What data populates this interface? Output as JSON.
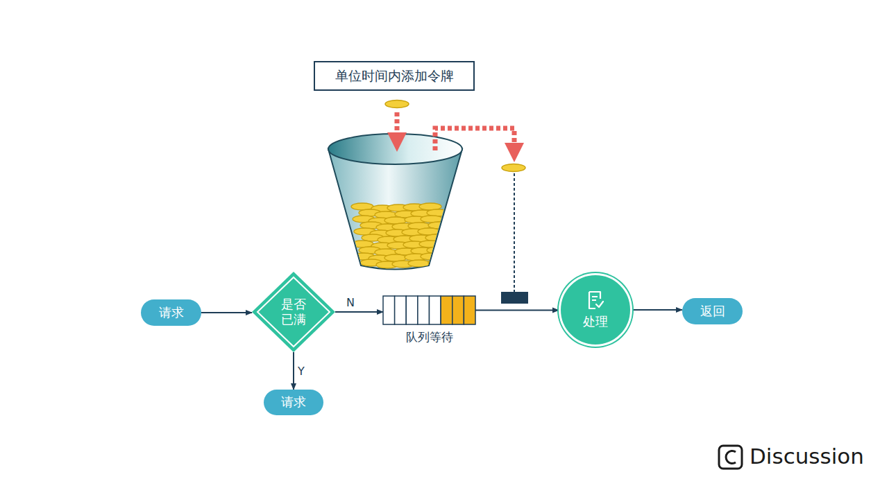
{
  "diagram": {
    "nodes": [
      {
        "text": [
          "单位时间内添加令牌"
        ]
      },
      {
        "text": [
          "请求"
        ]
      },
      {
        "text": [
          "是否 已满"
        ]
      },
      {
        "text": [
          "队列等待"
        ]
      },
      {
        "text": [
          "请求"
        ]
      },
      {
        "text": [
          "处理"
        ]
      },
      {
        "text": [
          "返回"
        ]
      }
    ],
    "edges": [
      {
        "from": 1,
        "to": 2,
        "arrow": "to"
      },
      {
        "from": 2,
        "to": 3,
        "label": "N",
        "arrow": "to"
      },
      {
        "from": 2,
        "to": 4,
        "label": "Y",
        "arrow": "to"
      },
      {
        "from": 3,
        "to": 5,
        "arrow": "to"
      },
      {
        "from": 5,
        "to": 6,
        "arrow": "to"
      }
    ],
    "labels": [
      "Discussion"
    ]
  }
}
